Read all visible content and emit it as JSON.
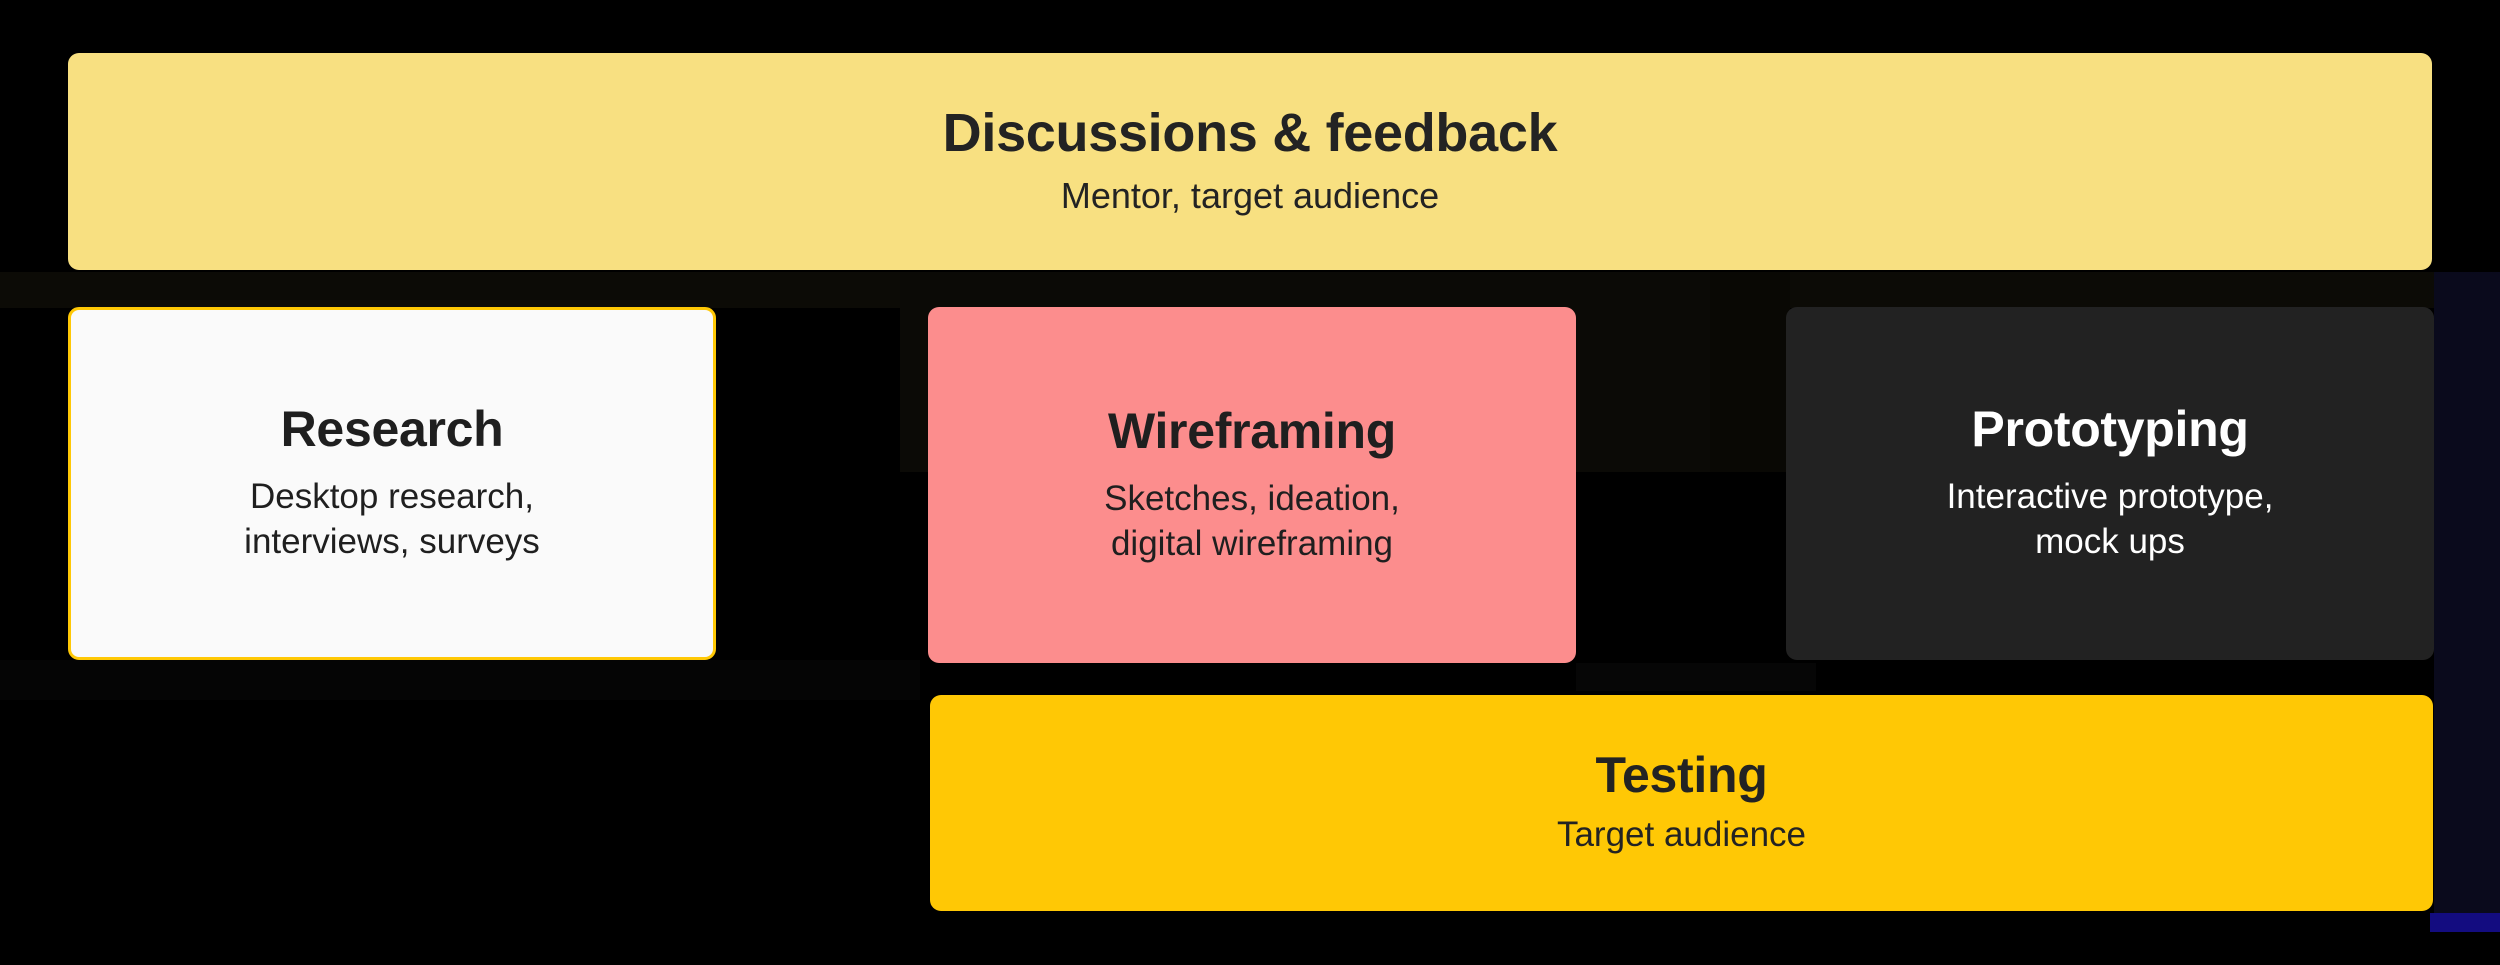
{
  "diagram": {
    "background_color": "#000000",
    "banner": {
      "name": "Discussions & feedback",
      "title": "Discussions & feedback",
      "subtitle": "Mentor, target audience",
      "background_color": "#F8E081",
      "text_color": "#232323"
    },
    "stages": [
      {
        "id": "research",
        "title": "Research",
        "subtitle": "Desktop research,\ninterviews, surveys",
        "background_color": "#FAFAFA",
        "border_color": "#FFC805",
        "text_color": "#1F1F1F"
      },
      {
        "id": "wireframing",
        "title": "Wireframing",
        "subtitle": "Sketches, ideation,\ndigital wireframing",
        "background_color": "#FC8D8D",
        "border_color": "none",
        "text_color": "#1F1F1F"
      },
      {
        "id": "prototyping",
        "title": "Prototyping",
        "subtitle": "Interactive prototype,\nmock ups",
        "background_color": "#222222",
        "border_color": "none",
        "text_color": "#FFFFFF"
      }
    ],
    "footer_band": {
      "id": "testing",
      "title": "Testing",
      "subtitle": "Target audience",
      "background_color": "#FFC805",
      "text_color": "#232323"
    },
    "accent_strip_color": "#130C80"
  }
}
